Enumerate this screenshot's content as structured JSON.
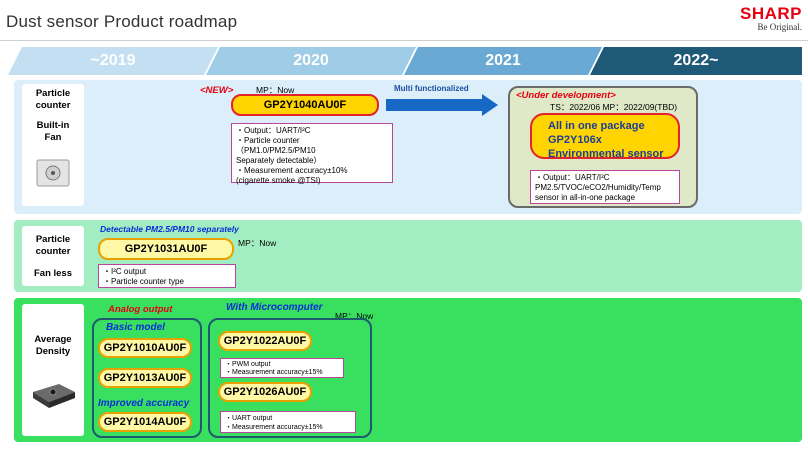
{
  "header": {
    "title": "Dust sensor Product roadmap",
    "brand": "SHARP",
    "tagline": "Be Original."
  },
  "years": [
    "~2019",
    "2020",
    "2021",
    "2022~"
  ],
  "rows": {
    "r1": {
      "label_line1": "Particle",
      "label_line2": "counter",
      "label_line3": "Built-in",
      "label_line4": "Fan",
      "new_tag": "<NEW>",
      "mp_label": "MP：Now",
      "product": "GP2Y1040AU0F",
      "arrow_label": "Multi functionalized",
      "notes": [
        "・Output：UART/I²C",
        "・Particle counter",
        "（PM1.0/PM2.5/PM10",
        "Separately detectable）",
        "・Measurement accuracy±10%",
        "(cigarette smoke @TSI)"
      ],
      "dev_tag": "<Under development>",
      "dev_schedule": "TS：2022/06  MP：2022/09(TBD)",
      "dev_lines": [
        "All in one package",
        "GP2Y106x",
        "Environmental sensor"
      ],
      "dev_notes": [
        "・Output：UART/I²C",
        "PM2.5/TVOC/eCO2/Humidity/Temp",
        "sensor in all-in-one package"
      ]
    },
    "r2": {
      "label_line1": "Particle",
      "label_line2": "counter",
      "label_line3": "Fan less",
      "tag": "Detectable PM2.5/PM10  separately",
      "product": "GP2Y1031AU0F",
      "mp_label": "MP：Now",
      "notes": [
        "・I²C output",
        "・Particle counter  type"
      ]
    },
    "r3": {
      "label_line1": "Average",
      "label_line2": "Density",
      "analog_tag": "Analog output",
      "basic_label": "Basic model",
      "basic_products": [
        "GP2Y1010AU0F",
        "GP2Y1013AU0F"
      ],
      "improved_label": "Improved accuracy",
      "improved_product": "GP2Y1014AU0F",
      "micro_tag": "With Microcomputer",
      "mp_label": "MP：Now",
      "micro_product_1": "GP2Y1022AU0F",
      "micro_notes_1": [
        "・PWM output",
        "・Measurement accuracy±15%"
      ],
      "micro_product_2": "GP2Y1026AU0F",
      "micro_notes_2": [
        "・UART output",
        "・Measurement accuracy±15%"
      ]
    }
  }
}
